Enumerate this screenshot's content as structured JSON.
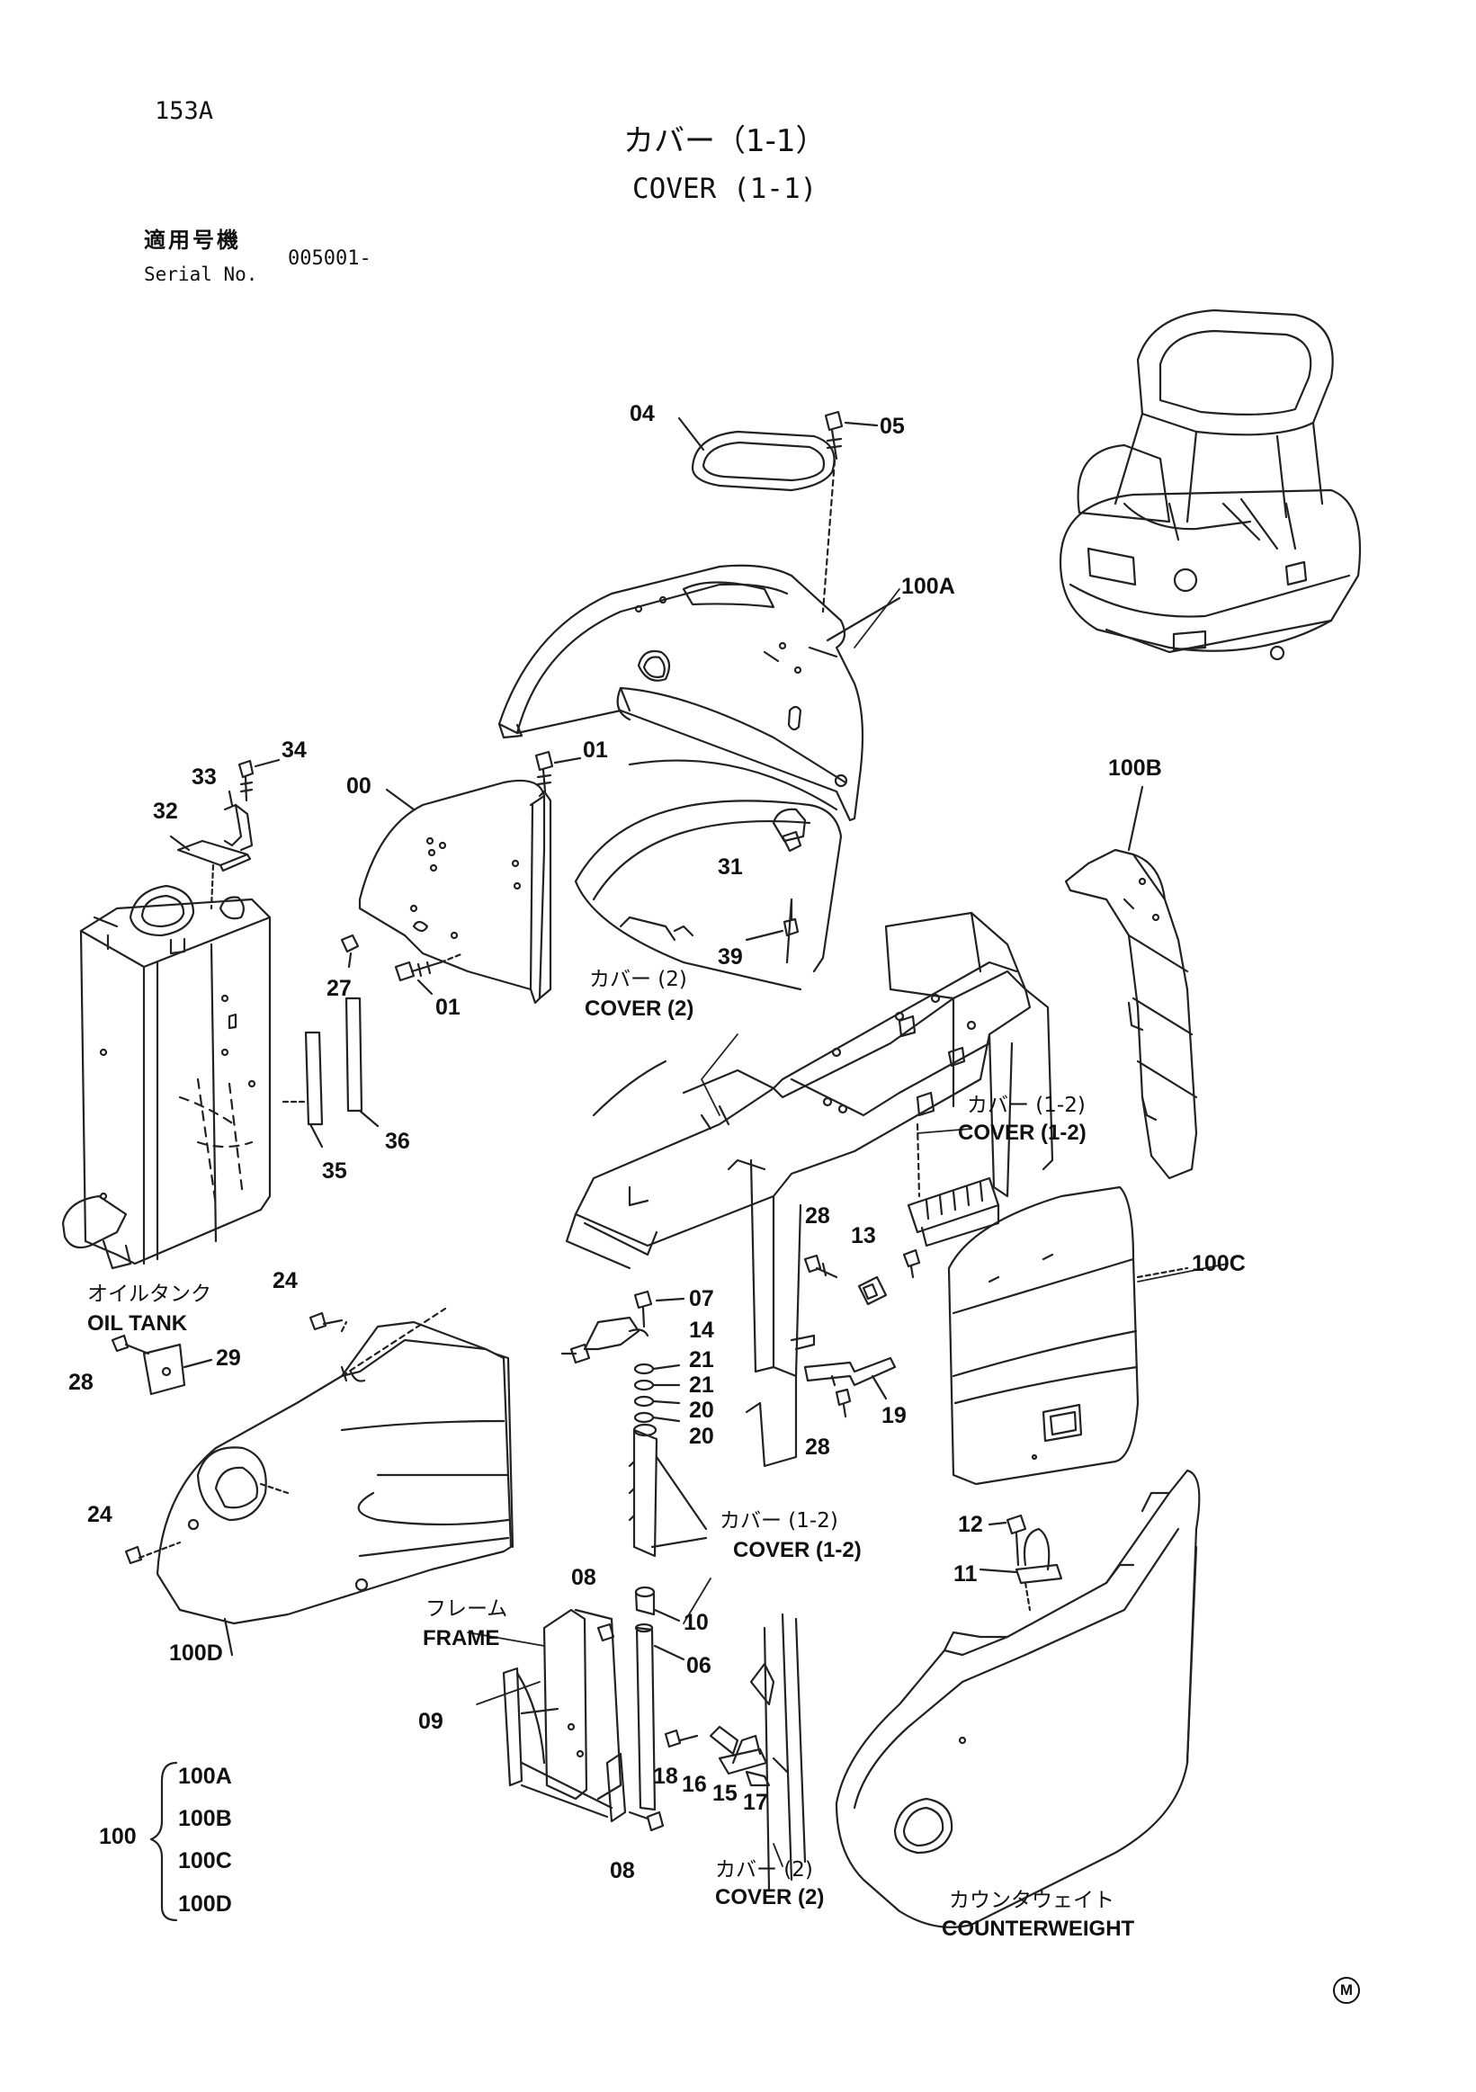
{
  "header": {
    "page_code": "153A",
    "title_jp": "カバー（1-1）",
    "title_en": "COVER (1-1)",
    "serial_label_jp": "適用号機",
    "serial_label_en": "Serial No.",
    "serial_value": "005001-"
  },
  "part_labels": {
    "p04": "04",
    "p05": "05",
    "p100A": "100A",
    "p100B": "100B",
    "p100C": "100C",
    "p100D": "100D",
    "p34": "34",
    "p33": "33",
    "p32": "32",
    "p00": "00",
    "p01a": "01",
    "p01b": "01",
    "p27": "27",
    "p31": "31",
    "p39": "39",
    "p36": "36",
    "p35": "35",
    "p28a": "28",
    "p28b": "28",
    "p28c": "28",
    "p13": "13",
    "p24a": "24",
    "p24b": "24",
    "p29": "29",
    "p07": "07",
    "p14": "14",
    "p21a": "21",
    "p21b": "21",
    "p20a": "20",
    "p20b": "20",
    "p19": "19",
    "p12": "12",
    "p11": "11",
    "p08a": "08",
    "p08b": "08",
    "p10": "10",
    "p06": "06",
    "p09": "09",
    "p18": "18",
    "p16": "16",
    "p15": "15",
    "p17": "17"
  },
  "callouts": {
    "cover2_jp": "カバー (2)",
    "cover2_en": "COVER (2)",
    "cover12a_jp": "カバー (1-2)",
    "cover12a_en": "COVER (1-2)",
    "cover12b_jp": "カバー (1-2)",
    "cover12b_en": "COVER (1-2)",
    "cover2b_jp": "カバー (2)",
    "cover2b_en": "COVER (2)",
    "oiltank_jp": "オイルタンク",
    "oiltank_en": "OIL TANK",
    "frame_jp": "フレーム",
    "frame_en": "FRAME",
    "counterweight_jp": "カウンタウェイト",
    "counterweight_en": "COUNTERWEIGHT"
  },
  "assembly": {
    "parent": "100",
    "children": [
      "100A",
      "100B",
      "100C",
      "100D"
    ]
  },
  "mark": "M"
}
